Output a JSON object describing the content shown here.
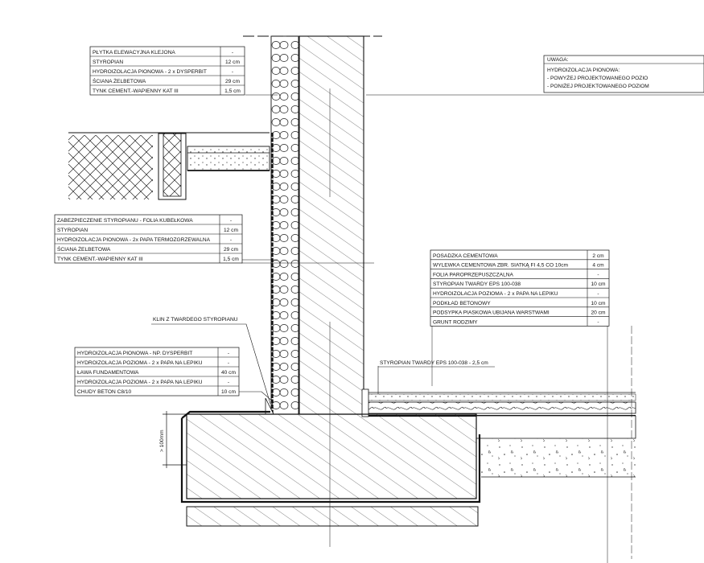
{
  "colors": {
    "ink": "#111111",
    "fill": "#ffffff",
    "concrete_fill": "#f3f3f3"
  },
  "tables": {
    "wall_upper": [
      {
        "label": "PŁYTKA ELEWACYJNA KLEJONA",
        "value": "-"
      },
      {
        "label": "STYROPIAN",
        "value": "12 cm"
      },
      {
        "label": "HYDROIZOLACJA PIONOWA - 2 x DYSPERBIT",
        "value": "-"
      },
      {
        "label": "ŚCIANA ŻELBETOWA",
        "value": "29 cm"
      },
      {
        "label": "TYNK CEMENT.-WAPIENNY KAT III",
        "value": "1,5 cm"
      }
    ],
    "wall_lower": [
      {
        "label": "ZABEZPIECZENIE STYROPIANU - FOLIA KUBEŁKOWA",
        "value": "-"
      },
      {
        "label": "STYROPIAN",
        "value": "12 cm"
      },
      {
        "label": "HYDROIZOLACJA PIONOWA - 2x PAPA TERMOZGRZEWALNA",
        "value": "-"
      },
      {
        "label": "ŚCIANA ŻELBETOWA",
        "value": "29 cm"
      },
      {
        "label": "TYNK CEMENT.-WAPIENNY KAT III",
        "value": "1,5 cm"
      }
    ],
    "floor": [
      {
        "label": "POSADZKA CEMENTOWA",
        "value": "2 cm"
      },
      {
        "label": "WYLEWKA CEMENTOWA ZBR. SIATKĄ FI 4,5 CO 10cm",
        "value": "4 cm"
      },
      {
        "label": "FOLIA PAROPRZEPUSZCZALNA",
        "value": "-"
      },
      {
        "label": "STYROPIAN TWARDY EPS 100-038",
        "value": "10 cm"
      },
      {
        "label": "HYDROIZOLACJA POZIOMA - 2 x PAPA NA LEPIKU",
        "value": "-"
      },
      {
        "label": "PODKŁAD BETONOWY",
        "value": "10 cm"
      },
      {
        "label": "PODSYPKA PIASKOWA UBIJANA WARSTWAMI",
        "value": "20 cm"
      },
      {
        "label": "GRUNT RODZIMY",
        "value": "-"
      }
    ],
    "footing": [
      {
        "label": "HYDROIZOLACJA PIONOWA - NP. DYSPERBIT",
        "value": "-"
      },
      {
        "label": "HYDROIZOLACJA POZIOMA - 2 x PAPA NA LEPIKU",
        "value": "-"
      },
      {
        "label": "ŁAWA FUNDAMENTOWA",
        "value": "40 cm"
      },
      {
        "label": "HYDROIZOLACJA POZIOMA - 2 x PAPA NA LEPIKU",
        "value": "-"
      },
      {
        "label": "CHUDY BETON C8/10",
        "value": "10 cm"
      }
    ]
  },
  "notes": {
    "title": "UWAGA:",
    "line1": "HYDROIZOLACJA PIONOWA:",
    "line2": "- POWYŻEJ PROJEKTOWANEGO POZIO",
    "line3": "- PONIŻEJ PROJEKTOWANEGO POZIOM"
  },
  "labels": {
    "wedge": "KLIN Z TWARDEGO STYROPIANU",
    "eps_strip": "STYROPIAN TWARDY EPS 100-038 - 2,5 cm",
    "dimension": "> 100mm"
  }
}
